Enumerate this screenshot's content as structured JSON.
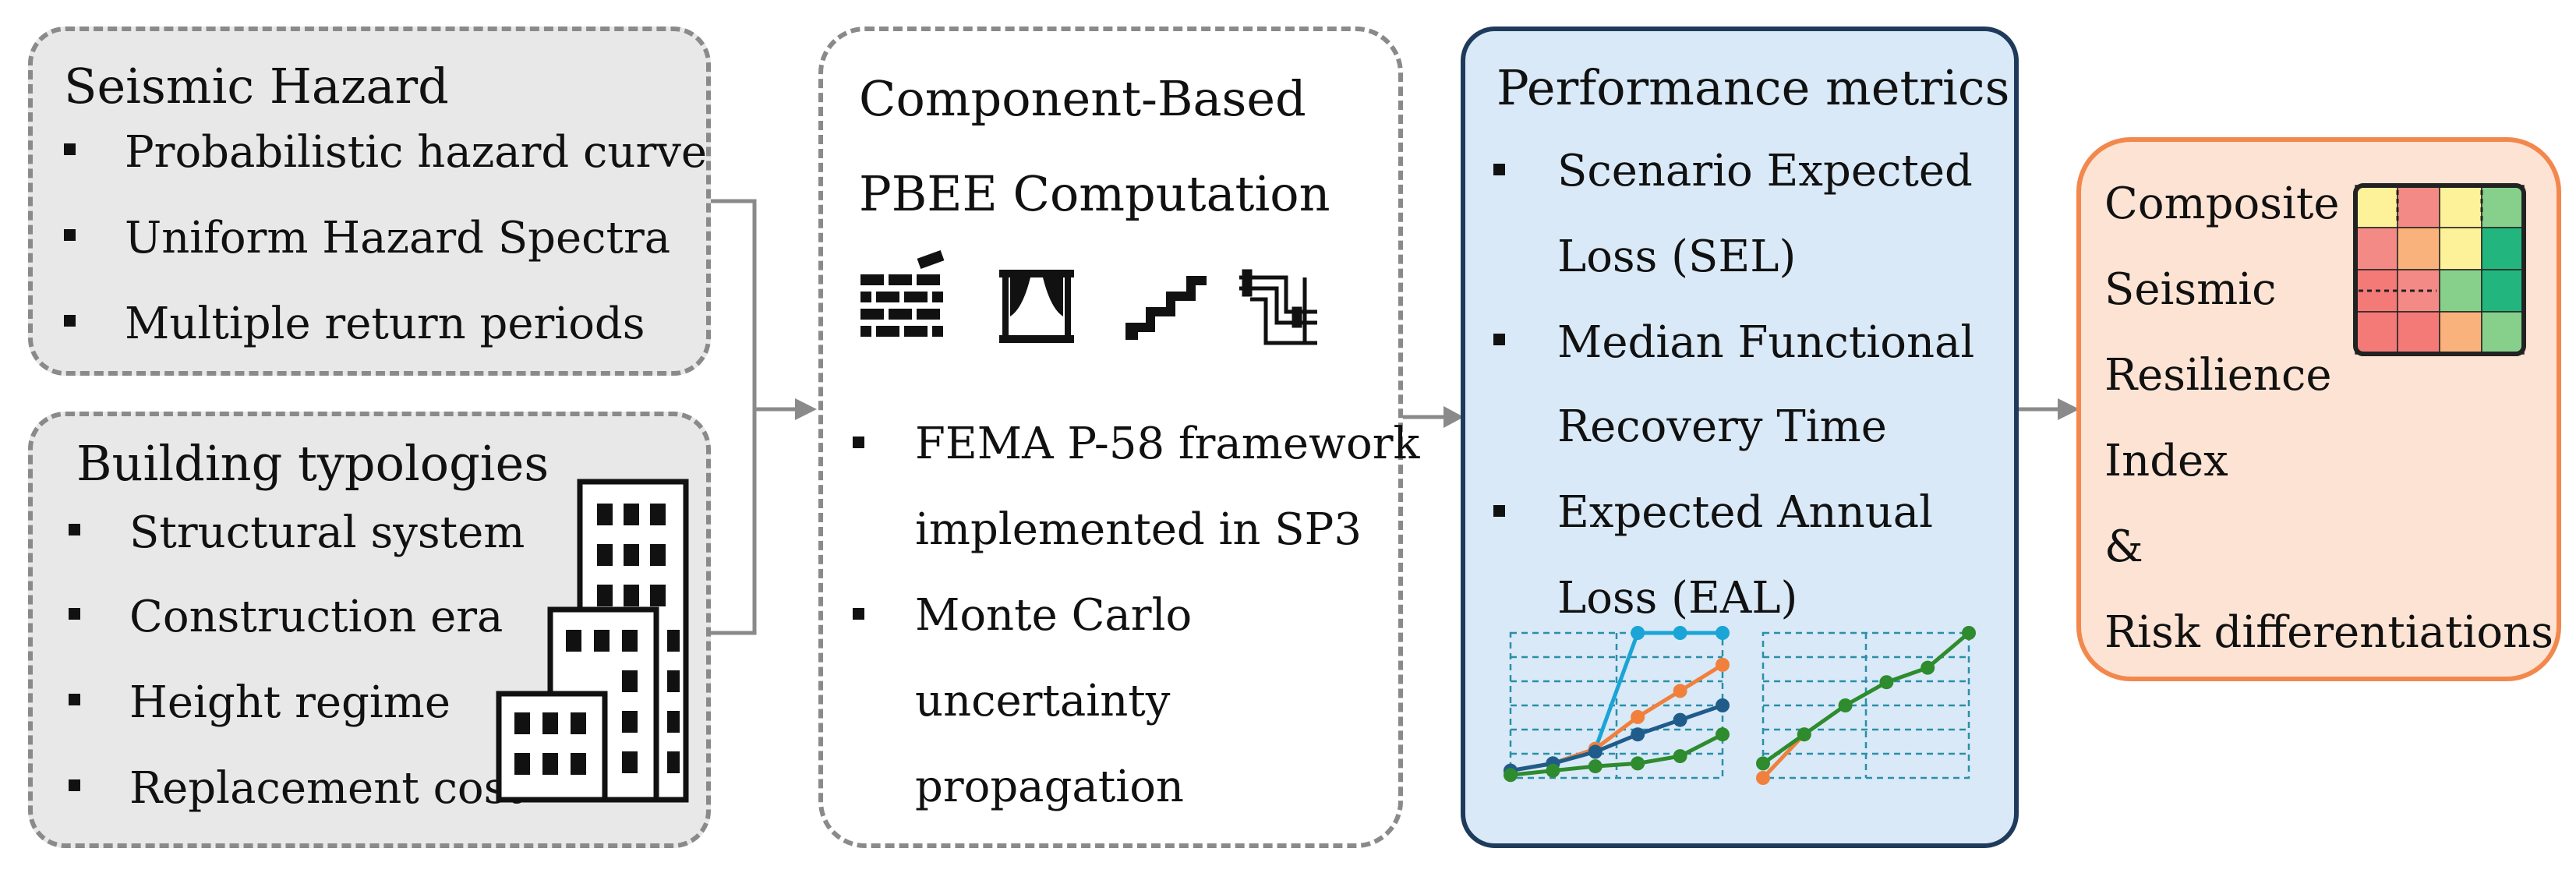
{
  "seismic_hazard": {
    "title": "Seismic Hazard",
    "items": [
      "Probabilistic hazard curve",
      "Uniform Hazard Spectra",
      "Multiple return periods"
    ]
  },
  "building_typologies": {
    "title": "Building typologies",
    "items": [
      "Structural system",
      "Construction era",
      "Height regime",
      "Replacement cost"
    ],
    "icon": "buildings-icon"
  },
  "pbee": {
    "title_lines": [
      "Component-Based",
      "PBEE Computation"
    ],
    "icons": [
      "brick-wall-icon",
      "window-icon",
      "stairs-icon",
      "piping-icon"
    ],
    "items": [
      [
        "FEMA P-58 framework",
        "implemented in SP3"
      ],
      [
        "Monte Carlo",
        "uncertainty",
        "propagation"
      ]
    ]
  },
  "performance": {
    "title": "Performance metrics",
    "items": [
      [
        "Scenario Expected",
        "Loss (SEL)"
      ],
      [
        "Median Functional",
        "Recovery Time"
      ],
      [
        "Expected Annual",
        "Loss (EAL)"
      ]
    ],
    "colors": {
      "fill": "#d9e9f7",
      "border": "#1f3b5c"
    }
  },
  "output": {
    "lines": [
      "Composite",
      "Seismic",
      "Resilience",
      "Index",
      "&",
      "Risk differentiations"
    ],
    "icon": "heatmap-icon",
    "colors": {
      "fill": "#fde3d3",
      "border": "#f2884d"
    }
  },
  "chart_data": [
    {
      "type": "line",
      "x": [
        0,
        1,
        2,
        3,
        4,
        5
      ],
      "series": [
        {
          "color": "#1ba4d6",
          "values": [
            0.05,
            0.1,
            0.2,
            1.0,
            1.0,
            1.0
          ]
        },
        {
          "color": "#f0803c",
          "values": [
            0.05,
            0.1,
            0.2,
            0.42,
            0.6,
            0.78
          ]
        },
        {
          "color": "#1f5c8a",
          "values": [
            0.05,
            0.1,
            0.18,
            0.3,
            0.4,
            0.5
          ]
        },
        {
          "color": "#2e8b2e",
          "values": [
            0.02,
            0.05,
            0.08,
            0.1,
            0.15,
            0.3
          ]
        }
      ],
      "ylim": [
        0,
        1
      ],
      "grid": true
    },
    {
      "type": "line",
      "x": [
        0,
        1,
        2,
        3,
        4,
        5
      ],
      "series": [
        {
          "color": "#f0803c",
          "values": [
            0.0,
            0.3
          ]
        },
        {
          "color": "#2e8b2e",
          "values": [
            0.1,
            0.3,
            0.5,
            0.66,
            0.76,
            1.0
          ]
        }
      ],
      "ylim": [
        0,
        1
      ],
      "grid": true
    }
  ],
  "heatmap": {
    "cells": [
      [
        "#fdf19a",
        "#f48a85",
        "#fdf19a",
        "#87d08c"
      ],
      [
        "#f48a85",
        "#f9b27c",
        "#fdf19a",
        "#22b67e"
      ],
      [
        "#f47a78",
        "#f48a85",
        "#87d08c",
        "#22b67e"
      ],
      [
        "#f47a78",
        "#f47a78",
        "#f9b27c",
        "#87d08c"
      ]
    ]
  }
}
